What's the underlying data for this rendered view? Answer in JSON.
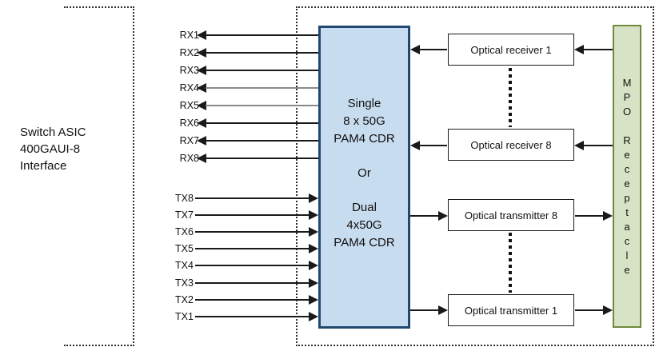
{
  "left_region": {
    "label": "Switch ASIC\n400GAUI-8\nInterface"
  },
  "ports": {
    "rx": [
      "RX1",
      "RX2",
      "RX3",
      "RX4",
      "RX5",
      "RX6",
      "RX7",
      "RX8"
    ],
    "tx": [
      "TX8",
      "TX7",
      "TX6",
      "TX5",
      "TX4",
      "TX3",
      "TX2",
      "TX1"
    ]
  },
  "cdr_block": {
    "single_mode": "Single\n8 x 50G\nPAM4 CDR",
    "or_label": "Or",
    "dual_mode": "Dual\n4x50G\nPAM4 CDR",
    "fill_color": "#c8dcef",
    "border_color": "#21486e"
  },
  "optical_boxes": {
    "receiver_1": "Optical receiver 1",
    "receiver_8": "Optical receiver 8",
    "transmitter_8": "Optical transmitter 8",
    "transmitter_1": "Optical transmitter 1"
  },
  "mpo_receptacle": {
    "text": "MPO Receptacle",
    "vertical_label": "M\nP\nO\n\nR\ne\nc\ne\np\nt\na\nc\nl\ne",
    "fill_color": "#d8e3c5",
    "border_color": "#6f8a3d"
  }
}
